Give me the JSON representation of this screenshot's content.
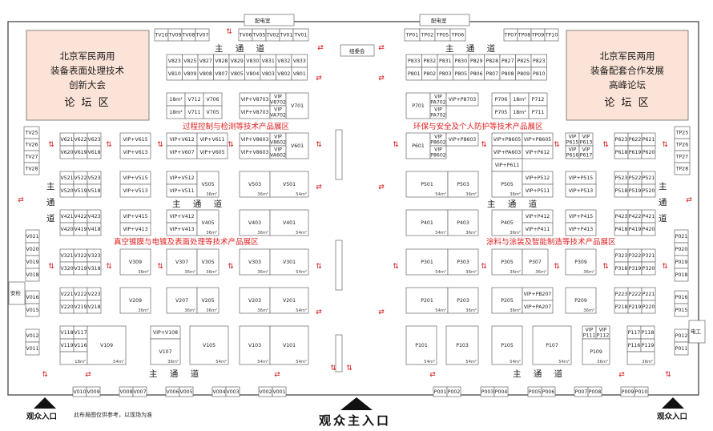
{
  "forums": [
    {
      "id": "left",
      "lines": [
        "北京军民两用",
        "装备表面处理技术",
        "创新大会"
      ],
      "tag": "论 坛 区"
    },
    {
      "id": "right",
      "lines": [
        "北京军民两用",
        "装备配套合作发展",
        "高峰论坛"
      ],
      "tag": "论 坛 区"
    }
  ],
  "zones": [
    "过程控制与检测等技术产品展区",
    "环保与安全及个人防护等技术产品展区",
    "真空镀膜与电镀及表面处理等技术产品展区",
    "涂料与涂装及智能制造等技术产品展区"
  ],
  "aisle_h": "主 通 道",
  "aisle_v": [
    "主",
    "通",
    "道"
  ],
  "rooms": {
    "power_left": "配电室",
    "power_right": "配电室",
    "reception": "组委会",
    "toilet_left": "安检",
    "toilet_right": "电工"
  },
  "entrances": {
    "left": "观众入口",
    "right": "观众入口",
    "main": "观众主入口"
  },
  "note": "此布局图仅供参考，以现场为准",
  "booths": {
    "vip_strip_top_left": [
      "TV10",
      "TV09",
      "TV08",
      "TV07"
    ],
    "vip_strip_top_mid": [
      "TV06",
      "TV05",
      "TV02",
      "TV01"
    ],
    "vip_strip_top_right_a": [
      "TP01",
      "TP02",
      "TP05",
      "TP06"
    ],
    "vip_strip_top_right_b": [
      "TP07",
      "TP08",
      "TP09",
      "TP10"
    ],
    "row_v820": [
      "V823",
      "V825",
      "V827",
      "V828",
      "V829",
      "V830",
      "V831",
      "V832",
      "V833"
    ],
    "row_v800": [
      "V810",
      "V809",
      "V808",
      "V807",
      "V805",
      "V804",
      "V803",
      "V802",
      "V801"
    ],
    "row_p820": [
      "P833",
      "P832",
      "P831",
      "P830",
      "P829",
      "P828",
      "P827",
      "P825",
      "P823"
    ],
    "row_p800": [
      "P801",
      "P802",
      "P803",
      "P805",
      "P806",
      "P807",
      "P808",
      "P809",
      "P810"
    ],
    "block_v700": [
      "18m²",
      "V712",
      "V706",
      "18m²",
      "V711",
      "V705",
      "VIP+V8703",
      "VIP V8702",
      "V701",
      "VIP+V8703",
      "VIP VA702"
    ],
    "block_p700": [
      "P701",
      "VIP PA702",
      "VIP+P8703",
      "P706",
      "18m²",
      "P712",
      "P705",
      "18m²",
      "P711",
      "VIP PA702"
    ],
    "tv_left": [
      "TV25",
      "TV26",
      "TV27",
      "TV28"
    ],
    "tv_right": [
      "TP25",
      "TP26",
      "TP27",
      "TP28"
    ],
    "row_v620": [
      "V621",
      "V622",
      "V623",
      "V620",
      "V619",
      "V618"
    ],
    "row_v610": [
      "VIP+V615",
      "VIP+V613",
      "VIP+V612",
      "VIP+V611",
      "VIP+V607",
      "VIP+V605"
    ],
    "row_v600": [
      "VIP+V8603",
      "VIP+V8603",
      "VIP V8602",
      "VIP VA602",
      "V601"
    ],
    "row_p600": [
      "P601",
      "VIP P8602",
      "VIP P8602",
      "VIP+P8603",
      "VIP+P8605",
      "VIP+P8605",
      "VIP+PA603",
      "VIP+P612",
      "VIP+P611"
    ],
    "row_p610": [
      "VIP P615",
      "VIP P613",
      "VIP P616",
      "VIP P617"
    ],
    "row_p620": [
      "P623",
      "P622",
      "P621",
      "P618",
      "P619",
      "P620"
    ],
    "row_v520": [
      "V521",
      "V522",
      "V523",
      "V520",
      "V519",
      "V518"
    ],
    "row_v510": [
      "VIP+V515",
      "VIP+V513",
      "VIP+V512",
      "VIP+V511",
      "V505",
      "V503",
      "V501"
    ],
    "row_p500": [
      "P501",
      "P503",
      "P505",
      "VIP+P512",
      "VIP+P511",
      "VIP+P515",
      "VIP+P513"
    ],
    "row_p520": [
      "P523",
      "P522",
      "P521",
      "P518",
      "P519",
      "P520"
    ],
    "row_v420": [
      "V421",
      "V422",
      "V423",
      "V420",
      "V419",
      "V418"
    ],
    "row_v410": [
      "VIP+V415",
      "VIP+V413",
      "VIP+V412",
      "VIP+V413",
      "V405",
      "V403",
      "V401"
    ],
    "row_p400": [
      "P401",
      "P403",
      "P405",
      "VIP+P412",
      "VIP+P411",
      "VIP+P415",
      "VIP+P413"
    ],
    "row_p420": [
      "P423",
      "P422",
      "P421",
      "P418",
      "P419",
      "P420"
    ],
    "col_v_left": [
      "V021",
      "V020",
      "V019",
      "V018",
      "V016",
      "V015",
      "V012",
      "V011"
    ],
    "col_p_right": [
      "P021",
      "P020",
      "P019",
      "P018",
      "P016",
      "P015",
      "P012",
      "P011"
    ],
    "row_v320": [
      "V321",
      "V322",
      "V323",
      "V320",
      "V319",
      "V318"
    ],
    "row_v300": [
      "V309",
      "V307",
      "V305",
      "V303",
      "V301"
    ],
    "row_p300": [
      "P301",
      "P303",
      "P305",
      "P307",
      "P309"
    ],
    "row_p320": [
      "P323",
      "P322",
      "P321",
      "P318",
      "P319",
      "P320"
    ],
    "row_v220": [
      "V221",
      "V222",
      "V223",
      "V220",
      "V219",
      "V218"
    ],
    "row_v200": [
      "V209",
      "V207",
      "V205",
      "V203",
      "V201"
    ],
    "row_p200": [
      "P201",
      "P203",
      "P205",
      "VIP+PB207",
      "VIP+PA207",
      "P209"
    ],
    "row_p220": [
      "P223",
      "P222",
      "P221",
      "P218",
      "P219",
      "P220"
    ],
    "row_v100": [
      "V118",
      "V117",
      "V119",
      "V116",
      "18m²",
      "V109",
      "VIP+V108",
      "V107",
      "V105",
      "V103",
      "V101"
    ],
    "row_p100": [
      "P101",
      "P103",
      "P105",
      "P107",
      "VIP P111",
      "VIP P112",
      "P109",
      "P117",
      "P118",
      "P116",
      "P119"
    ],
    "bottom_v": [
      "V010",
      "V009",
      "V008",
      "V007",
      "V006",
      "V005",
      "V004",
      "V003",
      "V002",
      "V001"
    ],
    "bottom_p": [
      "P001",
      "P002",
      "P003",
      "P004",
      "P005",
      "P006",
      "P007",
      "P008",
      "P009",
      "P010"
    ],
    "areas": [
      "36m²",
      "54m²"
    ]
  }
}
